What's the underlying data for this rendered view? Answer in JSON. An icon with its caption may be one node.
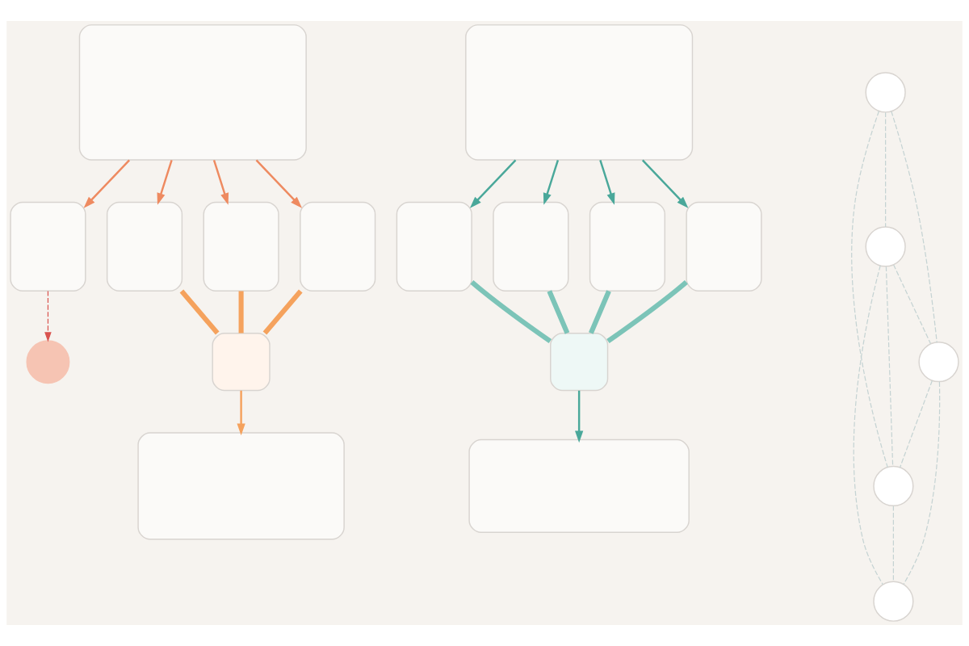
{
  "diagram": {
    "nodes": [
      {
        "text": [],
        "shape": "box"
      },
      {
        "text": [],
        "shape": "box"
      },
      {
        "text": [],
        "shape": "box"
      },
      {
        "text": [],
        "shape": "box"
      },
      {
        "text": [],
        "shape": "box"
      },
      {
        "text": [],
        "shape": "circle"
      },
      {
        "text": [],
        "shape": "box"
      },
      {
        "text": [],
        "shape": "box"
      },
      {
        "text": [],
        "shape": "box"
      },
      {
        "text": [],
        "shape": "box"
      },
      {
        "text": [],
        "shape": "box"
      },
      {
        "text": [],
        "shape": "box"
      },
      {
        "text": [],
        "shape": "box"
      },
      {
        "text": [],
        "shape": "box"
      },
      {
        "text": [],
        "shape": "box"
      },
      {
        "text": [],
        "shape": "circle"
      },
      {
        "text": [],
        "shape": "circle"
      },
      {
        "text": [],
        "shape": "circle"
      },
      {
        "text": [],
        "shape": "circle"
      },
      {
        "text": [],
        "shape": "circle"
      }
    ],
    "edges": [
      {
        "from": 0,
        "to": 1,
        "arrow": "to",
        "color": "#ee8a60"
      },
      {
        "from": 0,
        "to": 2,
        "arrow": "to",
        "color": "#ee8a60"
      },
      {
        "from": 0,
        "to": 3,
        "arrow": "to",
        "color": "#ee8a60"
      },
      {
        "from": 0,
        "to": 4,
        "arrow": "to",
        "color": "#ee8a60"
      },
      {
        "from": 1,
        "to": 5,
        "arrow": "to",
        "style": "dashed",
        "color": "#d9534f"
      },
      {
        "from": 2,
        "to": 6,
        "arrow": "none",
        "style": "thick",
        "color": "#f5a25d"
      },
      {
        "from": 3,
        "to": 6,
        "arrow": "none",
        "style": "thick",
        "color": "#f5a25d"
      },
      {
        "from": 4,
        "to": 6,
        "arrow": "none",
        "style": "thick",
        "color": "#f5a25d"
      },
      {
        "from": 6,
        "to": 7,
        "arrow": "to",
        "color": "#f5a25d"
      },
      {
        "from": 8,
        "to": 9,
        "arrow": "to",
        "color": "#4aa89a"
      },
      {
        "from": 8,
        "to": 10,
        "arrow": "to",
        "color": "#4aa89a"
      },
      {
        "from": 8,
        "to": 11,
        "arrow": "to",
        "color": "#4aa89a"
      },
      {
        "from": 8,
        "to": 12,
        "arrow": "to",
        "color": "#4aa89a"
      },
      {
        "from": 9,
        "to": 13,
        "arrow": "none",
        "style": "thick",
        "color": "#7cc4b8"
      },
      {
        "from": 10,
        "to": 13,
        "arrow": "none",
        "style": "thick",
        "color": "#7cc4b8"
      },
      {
        "from": 11,
        "to": 13,
        "arrow": "none",
        "style": "thick",
        "color": "#7cc4b8"
      },
      {
        "from": 12,
        "to": 13,
        "arrow": "none",
        "style": "thick",
        "color": "#7cc4b8"
      },
      {
        "from": 13,
        "to": 14,
        "arrow": "to",
        "color": "#4aa89a"
      },
      {
        "from": 15,
        "to": 16,
        "arrow": "none",
        "style": "dashed",
        "color": "#c5d3d3"
      },
      {
        "from": 15,
        "to": 19,
        "arrow": "none",
        "style": "dashed",
        "color": "#c5d3d3"
      },
      {
        "from": 15,
        "to": 17,
        "arrow": "none",
        "style": "dashed",
        "color": "#c5d3d3"
      },
      {
        "from": 16,
        "to": 17,
        "arrow": "none",
        "style": "dashed",
        "color": "#c5d3d3"
      },
      {
        "from": 16,
        "to": 19,
        "arrow": "none",
        "style": "dashed",
        "color": "#c5d3d3"
      },
      {
        "from": 16,
        "to": 18,
        "arrow": "none",
        "style": "dashed",
        "color": "#c5d3d3"
      },
      {
        "from": 17,
        "to": 19,
        "arrow": "none",
        "style": "dashed",
        "color": "#c5d3d3"
      },
      {
        "from": 17,
        "to": 18,
        "arrow": "none",
        "style": "dashed",
        "color": "#c5d3d3"
      },
      {
        "from": 19,
        "to": 18,
        "arrow": "none",
        "style": "dashed",
        "color": "#c5d3d3"
      }
    ]
  }
}
